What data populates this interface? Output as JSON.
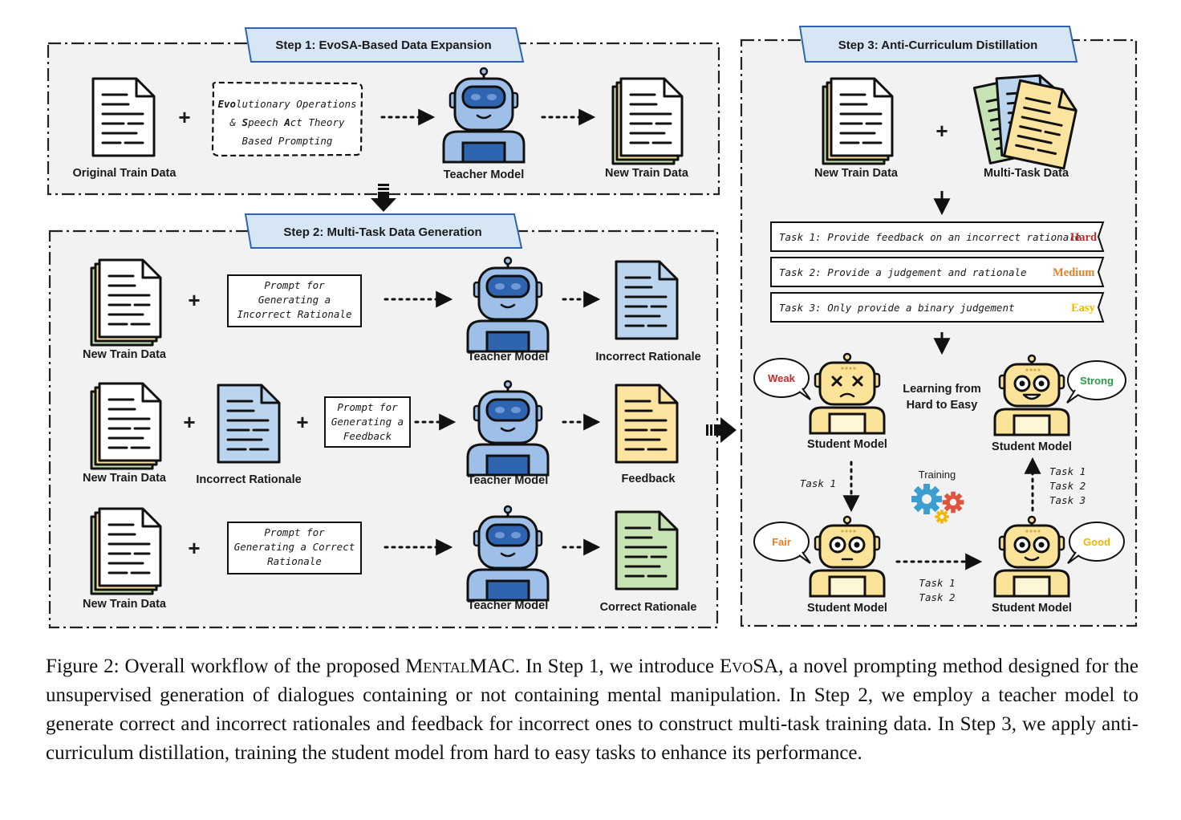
{
  "steps": {
    "step1": "Step 1: EvoSA-Based Data Expansion",
    "step2": "Step 2: Multi-Task Data Generation",
    "step3": "Step 3: Anti-Curriculum Distillation"
  },
  "step1": {
    "original_train_data": "Original Train Data",
    "prompt_line1_bold_a": "Evo",
    "prompt_line1_rest": "lutionary Operations",
    "prompt_line2_amp": "& ",
    "prompt_line2_bold_s": "S",
    "prompt_line2_mid": "peech ",
    "prompt_line2_bold_a": "A",
    "prompt_line2_rest": "ct Theory",
    "prompt_line3": "Based Prompting",
    "teacher_model": "Teacher Model",
    "new_train_data": "New Train Data"
  },
  "step2": {
    "rows": [
      {
        "input_label": "New Train Data",
        "prompt_lines": [
          "Prompt for",
          "Generating a",
          "Incorrect Rationale"
        ],
        "teacher_label": "Teacher Model",
        "output_label": "Incorrect Rationale"
      },
      {
        "input_label": "New Train Data",
        "extra_label": "Incorrect Rationale",
        "prompt_lines": [
          "Prompt for",
          "Generating a",
          "Feedback"
        ],
        "teacher_label": "Teacher Model",
        "output_label": "Feedback"
      },
      {
        "input_label": "New Train Data",
        "prompt_lines": [
          "Prompt for",
          "Generating a Correct",
          "Rationale"
        ],
        "teacher_label": "Teacher Model",
        "output_label": "Correct Rationale"
      }
    ]
  },
  "step3": {
    "new_train_data": "New Train Data",
    "multi_task_data": "Multi-Task Data",
    "tasks": [
      {
        "text": "Task 1: Provide feedback on an incorrect rationale",
        "difficulty": "Hard",
        "color": "#c62828"
      },
      {
        "text": "Task 2: Provide a judgement and rationale",
        "difficulty": "Medium",
        "color": "#ef7d22"
      },
      {
        "text": "Task 3: Only provide a binary judgement",
        "difficulty": "Easy",
        "color": "#f2b705"
      }
    ],
    "learning_line1": "Learning from",
    "learning_line2": "Hard to Easy",
    "training": "Training",
    "student_model": "Student Model",
    "bubbles": {
      "weak": {
        "text": "Weak",
        "color": "#c62828"
      },
      "strong": {
        "text": "Strong",
        "color": "#2e9b48"
      },
      "fair": {
        "text": "Fair",
        "color": "#ef7d22"
      },
      "good": {
        "text": "Good",
        "color": "#f2b705"
      }
    },
    "task_seq_1": "Task 1",
    "task_seq_12": [
      "Task 1",
      "Task 2"
    ],
    "task_seq_123": [
      "Task 1",
      "Task 2",
      "Task 3"
    ]
  },
  "colors": {
    "panel_bg": "#f2f2f2",
    "title_tab": "#d6e6f5",
    "robot_blue": "#9ec0e8",
    "robot_dark": "#2f64b0",
    "student_yellow": "#fbe49a",
    "doc_blue": "#bcd5ee",
    "doc_yellow": "#fbe3a0",
    "doc_green": "#c7e2b3"
  },
  "caption": {
    "prefix": "Figure 2: Overall workflow of the proposed ",
    "name1": "MentalMAC",
    "mid1": ". In Step 1, we introduce ",
    "name2": "EvoSA",
    "rest": ", a novel prompting method designed for the unsupervised generation of dialogues containing or not containing mental manipulation. In Step 2, we employ a teacher model to generate correct and incorrect rationales and feedback for incorrect ones to construct multi-task training data. In Step 3, we apply anti-curriculum distillation, training the student model from hard to easy tasks to enhance its performance."
  }
}
